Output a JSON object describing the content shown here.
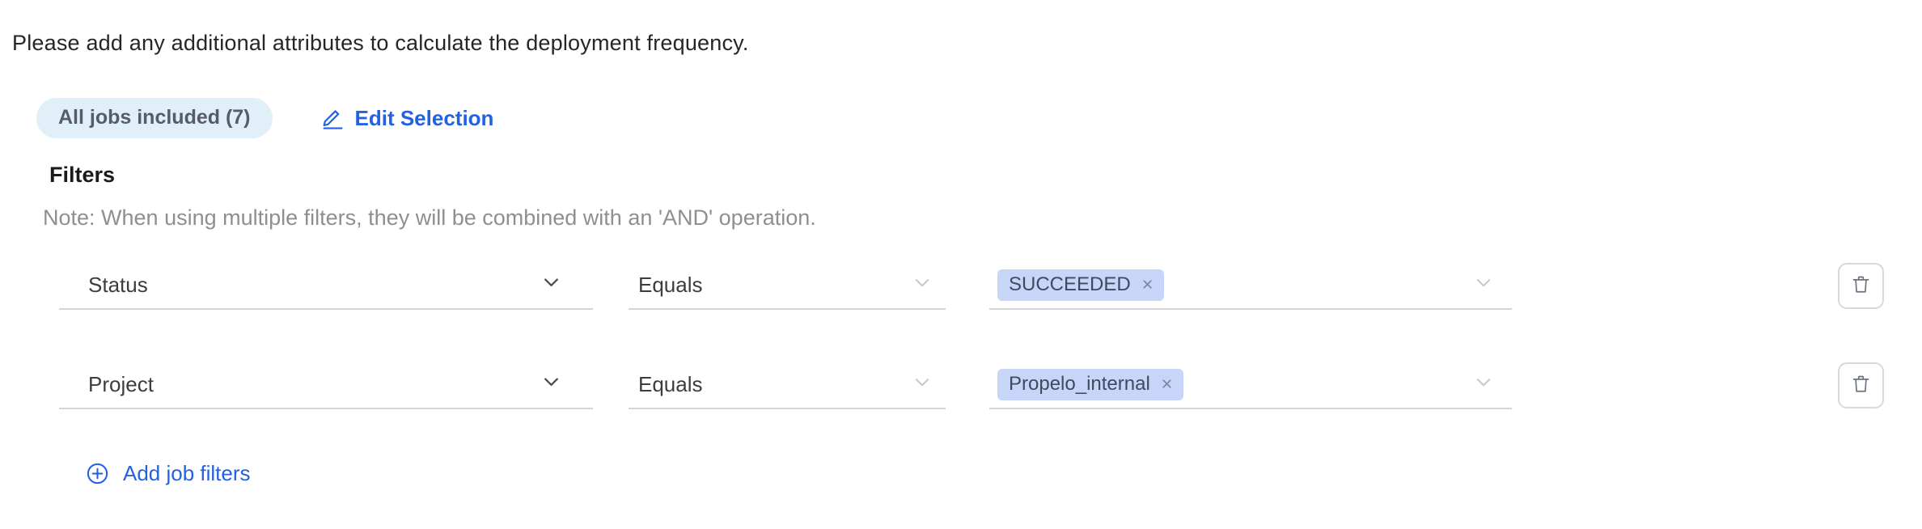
{
  "intro": "Please add any additional attributes to calculate the deployment frequency.",
  "selection": {
    "badge_label": "All jobs included (7)",
    "edit_label": "Edit Selection"
  },
  "filters": {
    "title": "Filters",
    "note": "Note: When using multiple filters, they will be combined with an 'AND' operation.",
    "add_label": "Add job filters",
    "rows": [
      {
        "field": "Status",
        "operator": "Equals",
        "values": [
          "SUCCEEDED"
        ]
      },
      {
        "field": "Project",
        "operator": "Equals",
        "values": [
          "Propelo_internal"
        ]
      }
    ]
  },
  "icons": {
    "edit": "pencil-icon",
    "field_expand": "chevron-down-icon",
    "value_remove": "close-icon",
    "row_delete": "trash-icon",
    "add_filter": "plus-circle-icon"
  },
  "colors": {
    "link_blue": "#2262e2",
    "badge_bg": "#e1eff9",
    "badge_text": "#565d69",
    "tag_bg": "#c7d5f8",
    "tag_text": "#3f4a5f",
    "note_gray": "#8f8f8f",
    "underline_gray": "#d5d5d5"
  }
}
